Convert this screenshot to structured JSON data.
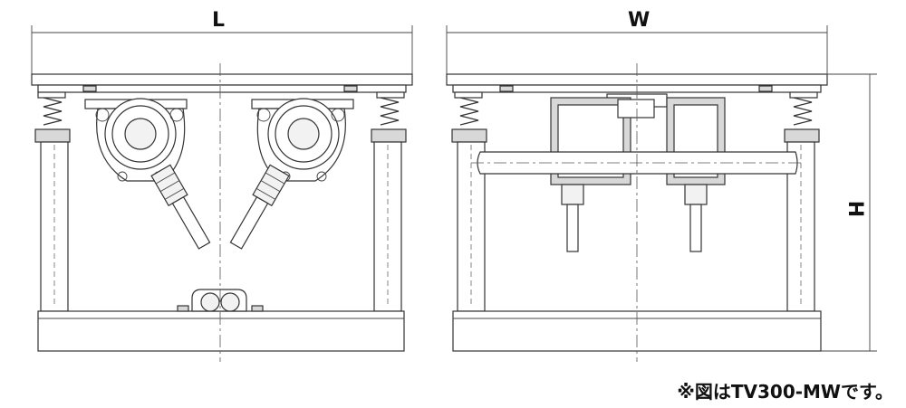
{
  "dimensions": {
    "length": "L",
    "width": "W",
    "height": "H"
  },
  "caption": "※図はTV300-MWです。"
}
